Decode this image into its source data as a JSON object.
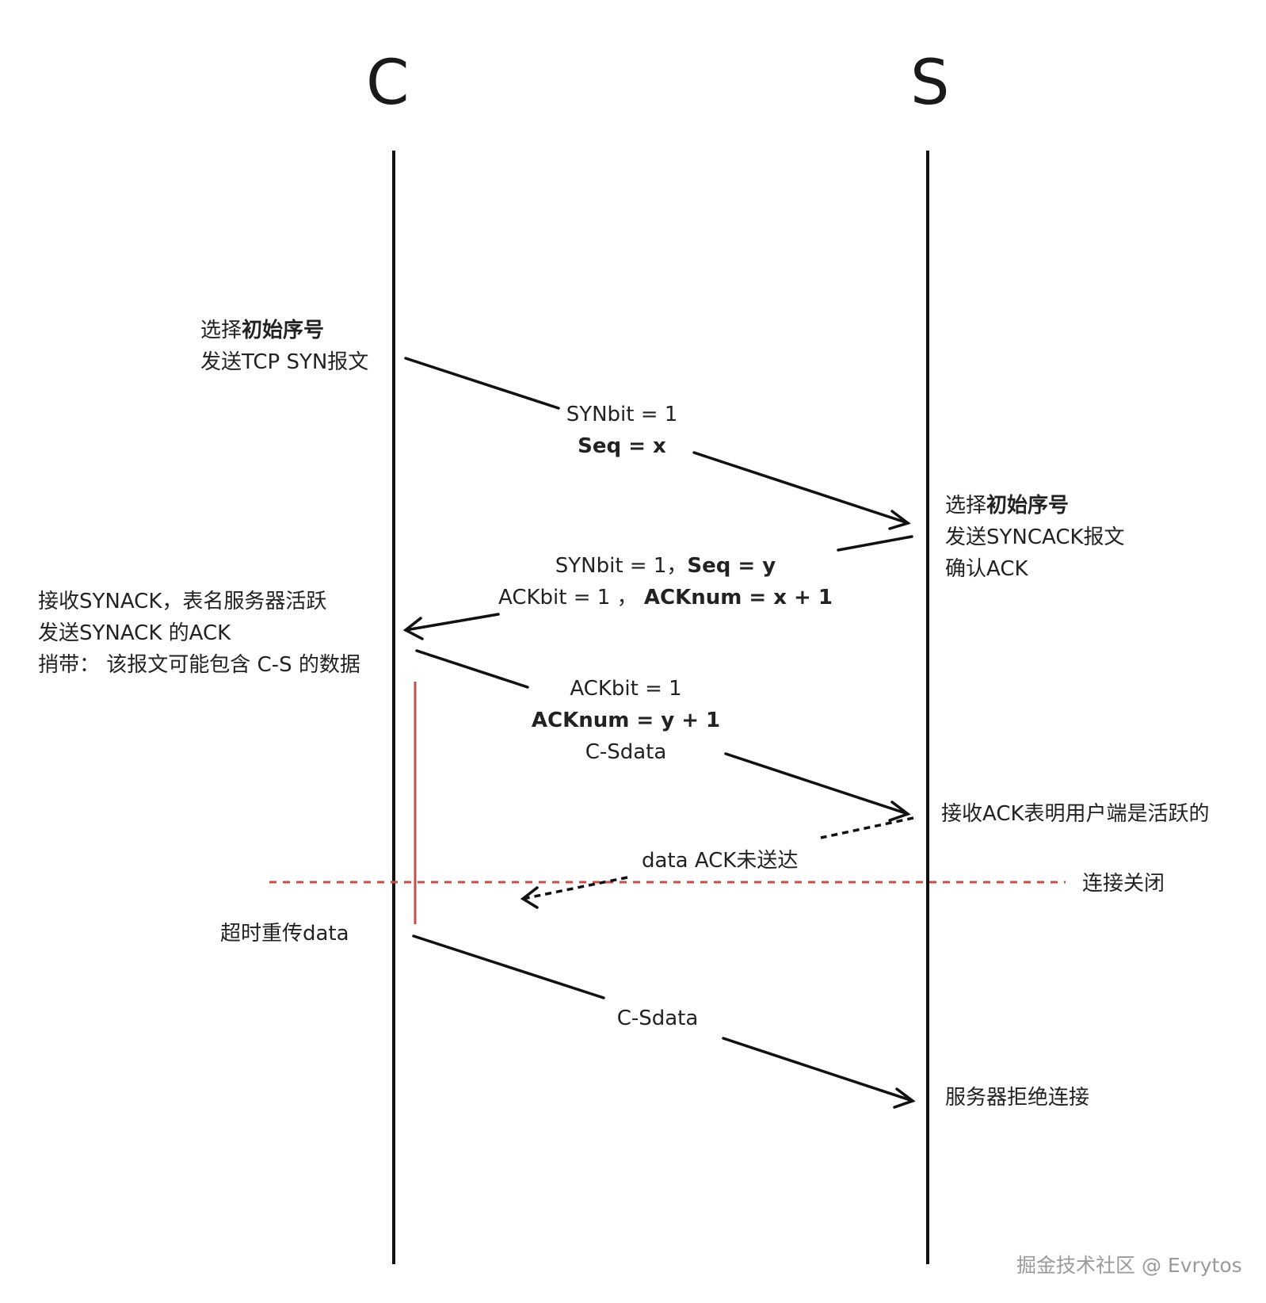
{
  "actors": {
    "client": "C",
    "server": "S"
  },
  "client_notes": {
    "syn_line1_normal": "选择",
    "syn_line1_bold": "初始序号",
    "syn_line2": "发送TCP SYN报文",
    "synack_line1": "接收SYNACK，表名服务器活跃",
    "synack_line2": "发送SYNACK 的ACK",
    "synack_line3": "捎带： 该报文可能包含 C-S 的数据",
    "retransmit": "超时重传data"
  },
  "server_notes": {
    "synack_line1_normal": "选择",
    "synack_line1_bold": "初始序号",
    "synack_line2": "发送SYNCACK报文",
    "synack_line3": "确认ACK",
    "ack_received": "接收ACK表明用户端是活跃的",
    "connection_closed": "连接关闭",
    "refuse": "服务器拒绝连接"
  },
  "messages": {
    "syn_field1": "SYNbit = 1",
    "syn_field2": "Seq = x",
    "synack_field1": "SYNbit = 1，",
    "synack_field2": "Seq = y",
    "synack_field3": "ACKbit = 1 ，",
    "synack_field4": "ACKnum  =  x + 1",
    "ack_field1": "ACKbit = 1",
    "ack_field2": "ACKnum  = y + 1",
    "ack_field3": "C-Sdata",
    "data_ack_lost": "data ACK未送达",
    "retransmit_data": "C-Sdata"
  },
  "watermark": "掘金技术社区 @ Evrytos",
  "colors": {
    "line": "#111111",
    "accent": "#c0504d",
    "text": "#222222"
  }
}
